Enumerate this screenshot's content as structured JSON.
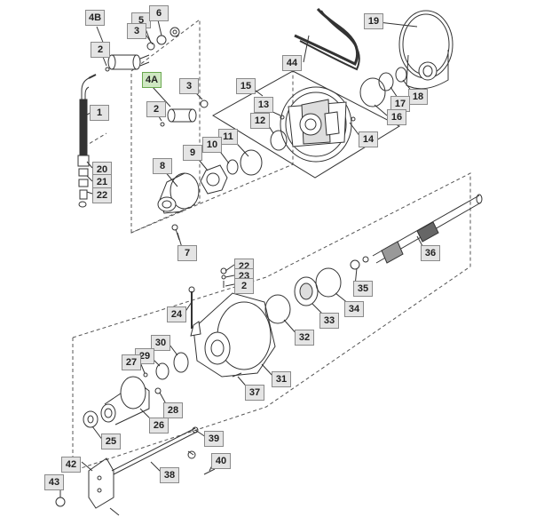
{
  "diagram": {
    "callouts": [
      {
        "id": "4B"
      },
      {
        "id": "5"
      },
      {
        "id": "6"
      },
      {
        "id": "3"
      },
      {
        "id": "2"
      },
      {
        "id": "4A",
        "highlighted": true
      },
      {
        "id": "3"
      },
      {
        "id": "2"
      },
      {
        "id": "1"
      },
      {
        "id": "20"
      },
      {
        "id": "21"
      },
      {
        "id": "22"
      },
      {
        "id": "19"
      },
      {
        "id": "44"
      },
      {
        "id": "15"
      },
      {
        "id": "13"
      },
      {
        "id": "18"
      },
      {
        "id": "17"
      },
      {
        "id": "16"
      },
      {
        "id": "12"
      },
      {
        "id": "14"
      },
      {
        "id": "11"
      },
      {
        "id": "10"
      },
      {
        "id": "9"
      },
      {
        "id": "8"
      },
      {
        "id": "7"
      },
      {
        "id": "36"
      },
      {
        "id": "22"
      },
      {
        "id": "23"
      },
      {
        "id": "2"
      },
      {
        "id": "35"
      },
      {
        "id": "24"
      },
      {
        "id": "34"
      },
      {
        "id": "33"
      },
      {
        "id": "32"
      },
      {
        "id": "30"
      },
      {
        "id": "29"
      },
      {
        "id": "27"
      },
      {
        "id": "31"
      },
      {
        "id": "37"
      },
      {
        "id": "28"
      },
      {
        "id": "26"
      },
      {
        "id": "25"
      },
      {
        "id": "39"
      },
      {
        "id": "42"
      },
      {
        "id": "40"
      },
      {
        "id": "38"
      },
      {
        "id": "43"
      }
    ],
    "colors": {
      "callout_bg": "#e4e4e4",
      "callout_highlight": "#cfe8c2",
      "line": "#333333"
    }
  }
}
